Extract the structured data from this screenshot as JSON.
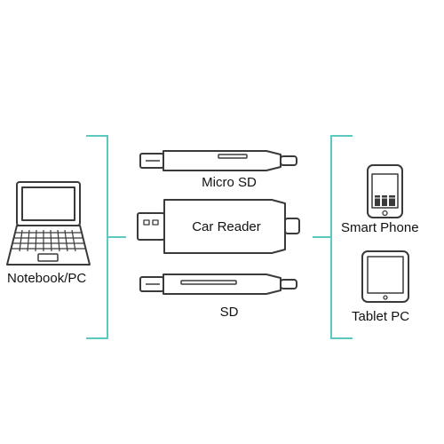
{
  "colors": {
    "bracket": "#5cc9c0",
    "outline": "#3a3a3a",
    "fill": "#ffffff"
  },
  "left": {
    "label": "Notebook/PC",
    "icon": "laptop-icon"
  },
  "center": {
    "top_device": {
      "label": "Micro SD",
      "icon": "micro-sd-usb-stick-icon"
    },
    "main_device": {
      "label": "Car Reader",
      "icon": "card-reader-icon"
    },
    "bottom_device": {
      "label": "SD",
      "icon": "sd-usb-stick-icon"
    }
  },
  "right": {
    "top": {
      "label": "Smart Phone",
      "icon": "smartphone-icon"
    },
    "bottom": {
      "label": "Tablet PC",
      "icon": "tablet-icon"
    }
  }
}
